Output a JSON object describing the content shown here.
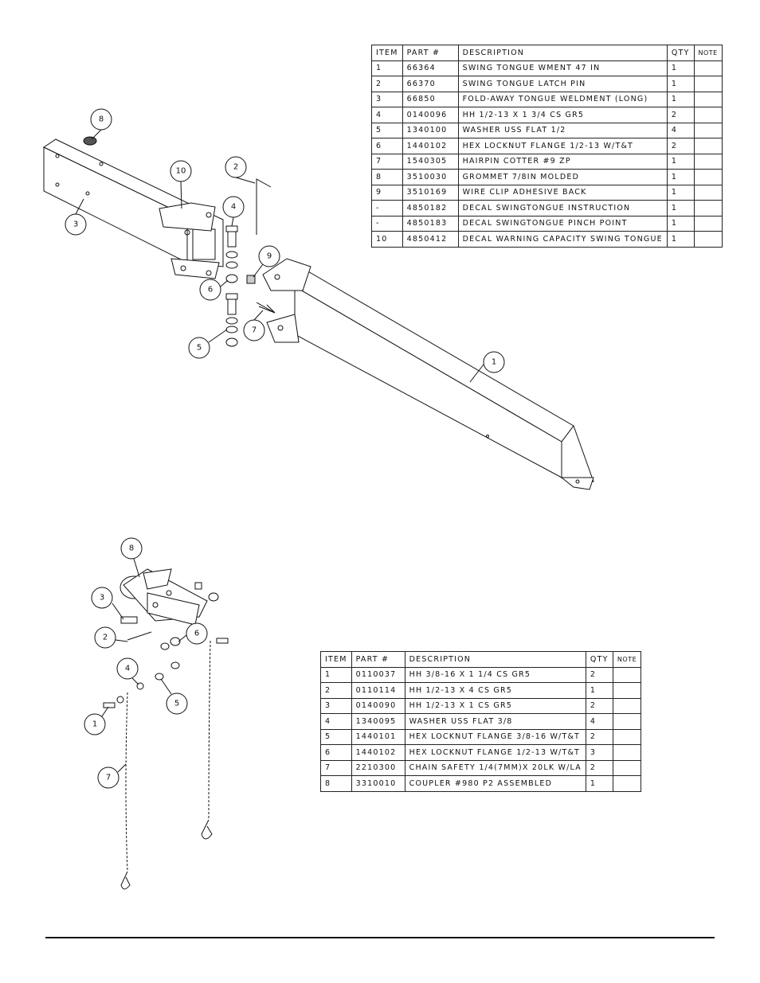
{
  "tongue_table": {
    "headers": {
      "item": "ITEM",
      "part": "PART #",
      "description": "DESCRIPTION",
      "qty": "QTY",
      "note": "NOTE"
    },
    "rows": [
      {
        "item": "1",
        "part": "66364",
        "description": "SWING TONGUE WMENT 47 IN",
        "qty": "1",
        "note": ""
      },
      {
        "item": "2",
        "part": "66370",
        "description": "SWING TONGUE LATCH PIN",
        "qty": "1",
        "note": ""
      },
      {
        "item": "3",
        "part": "66850",
        "description": "FOLD-AWAY TONGUE WELDMENT (LONG)",
        "qty": "1",
        "note": ""
      },
      {
        "item": "4",
        "part": "0140096",
        "description": "HH 1/2-13 X 1 3/4 CS GR5",
        "qty": "2",
        "note": ""
      },
      {
        "item": "5",
        "part": "1340100",
        "description": "WASHER USS FLAT 1/2",
        "qty": "4",
        "note": ""
      },
      {
        "item": "6",
        "part": "1440102",
        "description": "HEX LOCKNUT FLANGE 1/2-13 W/T&T",
        "qty": "2",
        "note": ""
      },
      {
        "item": "7",
        "part": "1540305",
        "description": "HAIRPIN COTTER #9 ZP",
        "qty": "1",
        "note": ""
      },
      {
        "item": "8",
        "part": "3510030",
        "description": "GROMMET  7/8IN MOLDED",
        "qty": "1",
        "note": ""
      },
      {
        "item": "9",
        "part": "3510169",
        "description": "WIRE CLIP   ADHESIVE BACK",
        "qty": "1",
        "note": ""
      },
      {
        "item": "-",
        "part": "4850182",
        "description": "DECAL SWINGTONGUE INSTRUCTION",
        "qty": "1",
        "note": ""
      },
      {
        "item": "-",
        "part": "4850183",
        "description": "DECAL SWINGTONGUE PINCH POINT",
        "qty": "1",
        "note": ""
      },
      {
        "item": "10",
        "part": "4850412",
        "description": "DECAL WARNING CAPACITY SWING TONGUE",
        "qty": "1",
        "note": ""
      }
    ]
  },
  "coupler_table": {
    "headers": {
      "item": "ITEM",
      "part": "PART #",
      "description": "DESCRIPTION",
      "qty": "QTY",
      "note": "NOTE"
    },
    "rows": [
      {
        "item": "1",
        "part": "0110037",
        "description": "HH 3/8-16 X 1 1/4 CS GR5",
        "qty": "2",
        "note": ""
      },
      {
        "item": "2",
        "part": "0110114",
        "description": "HH 1/2-13 X 4 CS GR5",
        "qty": "1",
        "note": ""
      },
      {
        "item": "3",
        "part": "0140090",
        "description": "HH 1/2-13 X 1 CS GR5",
        "qty": "2",
        "note": ""
      },
      {
        "item": "4",
        "part": "1340095",
        "description": "WASHER USS FLAT 3/8",
        "qty": "4",
        "note": ""
      },
      {
        "item": "5",
        "part": "1440101",
        "description": "HEX LOCKNUT FLANGE 3/8-16 W/T&T",
        "qty": "2",
        "note": ""
      },
      {
        "item": "6",
        "part": "1440102",
        "description": "HEX LOCKNUT FLANGE 1/2-13 W/T&T",
        "qty": "3",
        "note": ""
      },
      {
        "item": "7",
        "part": "2210300",
        "description": "CHAIN SAFETY 1/4(7MM)X 20LK W/LA",
        "qty": "2",
        "note": ""
      },
      {
        "item": "8",
        "part": "3310010",
        "description": "COUPLER #980 P2 ASSEMBLED",
        "qty": "1",
        "note": ""
      }
    ]
  },
  "tongue_callouts": [
    "8",
    "10",
    "2",
    "3",
    "4",
    "9",
    "6",
    "7",
    "5",
    "1"
  ],
  "coupler_callouts": [
    "8",
    "3",
    "2",
    "6",
    "4",
    "5",
    "1",
    "7"
  ]
}
